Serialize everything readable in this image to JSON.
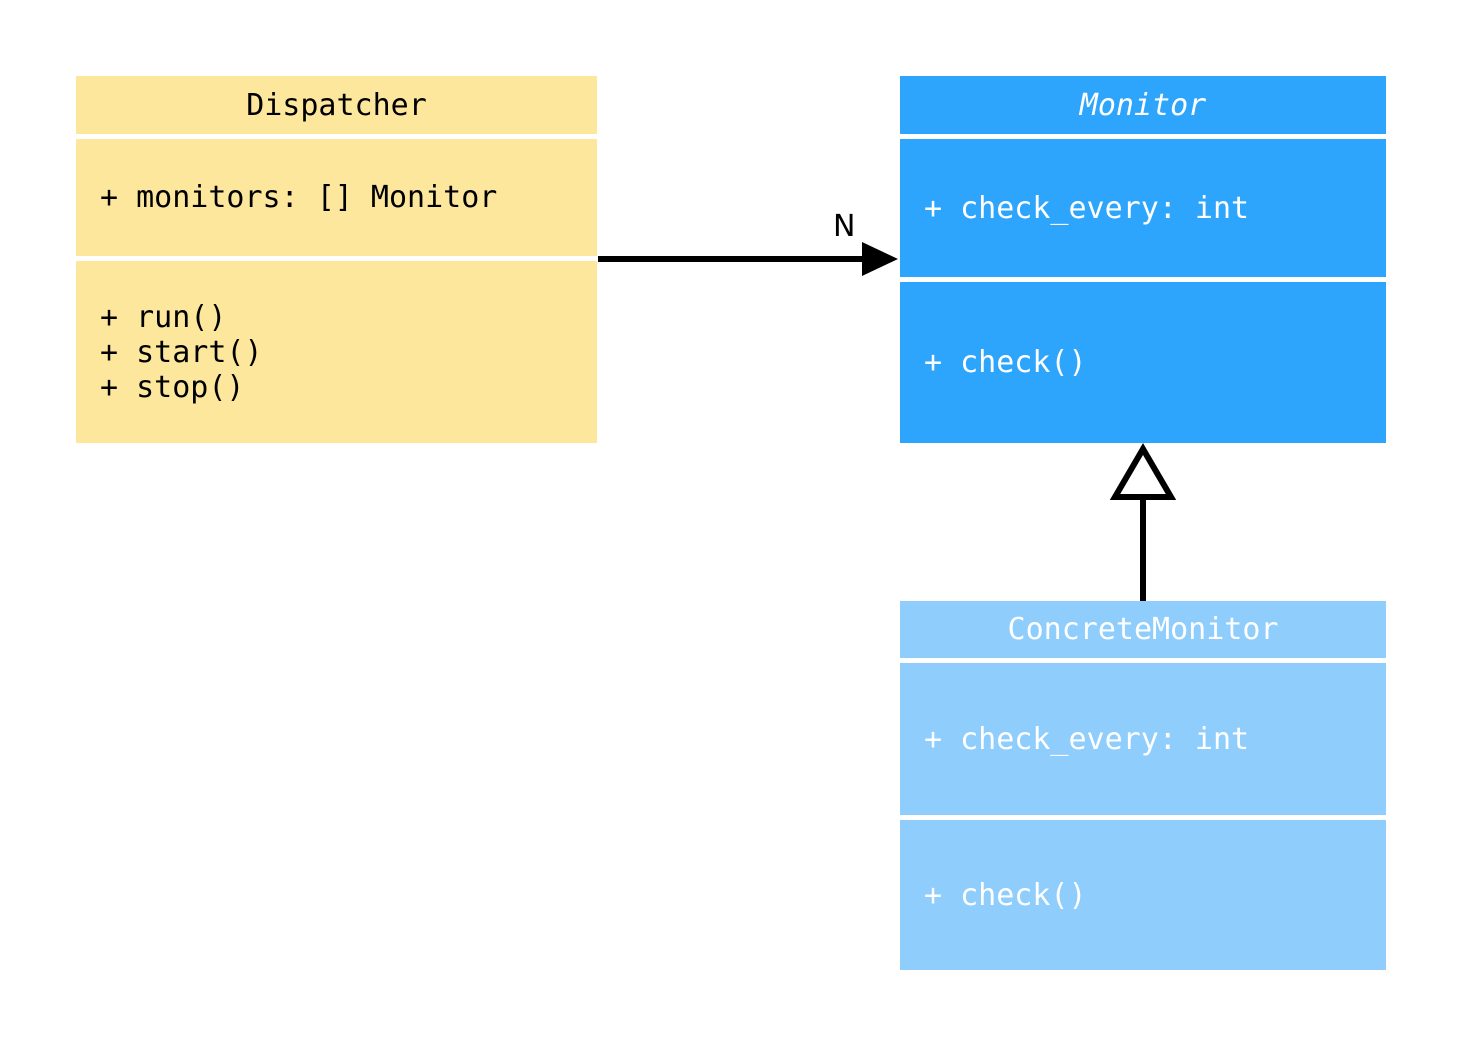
{
  "diagram": {
    "type": "uml-class-diagram",
    "background_color": "#ffffff",
    "classes": [
      {
        "id": "dispatcher",
        "name": "Dispatcher",
        "abstract": false,
        "fill_color": "#fce79d",
        "text_color": "#000000",
        "attributes": [
          "+ monitors: [] Monitor"
        ],
        "methods": [
          "+ run()",
          "+ start()",
          "+ stop()"
        ]
      },
      {
        "id": "monitor",
        "name": "Monitor",
        "abstract": true,
        "fill_color": "#2ea5fc",
        "text_color": "#ffffff",
        "attributes": [
          "+ check_every: int"
        ],
        "methods": [
          "+ check()"
        ]
      },
      {
        "id": "concrete_monitor",
        "name": "ConcreteMonitor",
        "abstract": false,
        "fill_color": "#8fcdfc",
        "text_color": "#ffffff",
        "attributes": [
          "+ check_every: int"
        ],
        "methods": [
          "+ check()"
        ]
      }
    ],
    "relationships": [
      {
        "id": "dispatcher-to-monitor",
        "kind": "association",
        "from": "Dispatcher",
        "to": "Monitor",
        "multiplicity_label": "N",
        "arrow_style": "solid-filled",
        "line_color": "#000000"
      },
      {
        "id": "concrete-to-monitor",
        "kind": "generalization",
        "from": "ConcreteMonitor",
        "to": "Monitor",
        "multiplicity_label": "",
        "arrow_style": "hollow-triangle",
        "line_color": "#000000"
      }
    ]
  }
}
